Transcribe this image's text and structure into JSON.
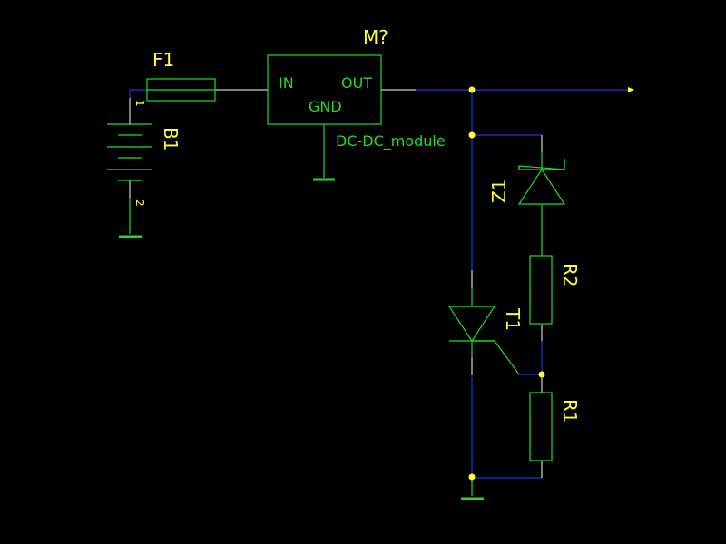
{
  "colors": {
    "background": "#000000",
    "component": "#22dd22",
    "wire": "#2233dd",
    "lead": "#ffffff",
    "label": "#ffff33",
    "junction": "#ffff33"
  },
  "components": {
    "module": {
      "ref": "M?",
      "value": "DC-DC_module",
      "pin_in": "IN",
      "pin_out": "OUT",
      "pin_gnd": "GND"
    },
    "fuse": {
      "ref": "F1"
    },
    "battery": {
      "ref": "B1",
      "pin1": "1",
      "pin2": "2"
    },
    "zener": {
      "ref": "Z1"
    },
    "resistor_2": {
      "ref": "R2"
    },
    "resistor_1": {
      "ref": "R1"
    },
    "thyristor": {
      "ref": "T1"
    }
  }
}
